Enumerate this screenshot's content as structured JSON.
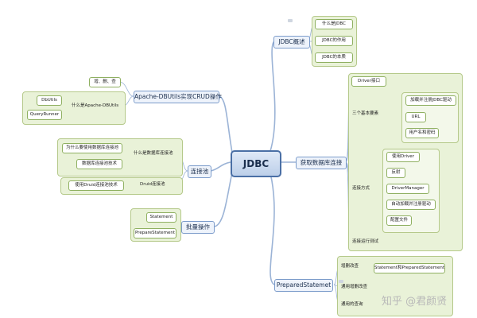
{
  "center": "JDBC",
  "branches": {
    "overview": {
      "title": "JDBC概述",
      "items": [
        "什么是JDBC",
        "JDBC的作用",
        "JDBC的本质"
      ]
    },
    "connect": {
      "title": "获取数据库连接",
      "driver_api": "Driver接口",
      "three_elements": {
        "label": "三个基本要素",
        "items": [
          "加载并注册JDBC驱动",
          "URL",
          "用户名和密码"
        ]
      },
      "methods": {
        "label": "连接方式",
        "items": [
          "使用Driver",
          "反射",
          "DriverManager",
          "自动加载并注册驱动",
          "配置文件"
        ]
      },
      "test": "连接运行测试"
    },
    "prepared": {
      "title": "PreparedStatemet",
      "sub1": "增删改查",
      "sub1_item": "Statement和PreparedStatement",
      "sub2": "通用增删改查",
      "sub3": "通用的查询"
    },
    "dbutils": {
      "title": "Apache-DBUtils实现CRUD操作",
      "crud": "增、删、查",
      "what": "什么是Apache-DBUtils",
      "items": [
        "DbUtils",
        "QueryRunner"
      ]
    },
    "pool": {
      "title": "连接池",
      "what": "什么是数据库连接池",
      "why": "为什么要使用数据库连接池",
      "tech": "数据库连接池技术",
      "druid": "Druid连接池",
      "druid_use": "使用Druid连接池技术"
    },
    "batch": {
      "title": "批量操作",
      "items": [
        "Statement",
        "PrepareStatement"
      ]
    }
  },
  "watermark": "知乎 @君颜贤",
  "colors": {
    "center_border": "#4a6fa5",
    "main_border": "#7c9ccb",
    "group_fill": "#e9f2d8",
    "group_border": "#b5c98a",
    "leaf_border": "#8fb061",
    "line": "#9bb3d6"
  }
}
